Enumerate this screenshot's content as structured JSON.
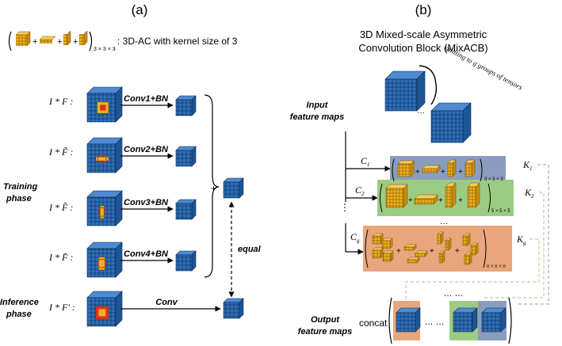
{
  "panel_a": {
    "label": "(a)",
    "legend_caption": ": 3D-AC with kernel size of 3",
    "legend_subscript": "3 × 3 × 3",
    "rows": [
      {
        "formula": "I * F :",
        "op": "Conv1+BN"
      },
      {
        "formula": "I * F̃ :",
        "op": "Conv2+BN"
      },
      {
        "formula": "I * F̂ :",
        "op": "Conv3+BN"
      },
      {
        "formula": "I * F̄ :",
        "op": "Conv4+BN"
      }
    ],
    "training_label": [
      "Training",
      "phase"
    ],
    "inference_label": [
      "Inference",
      "phase"
    ],
    "inference_formula": "I * F' :",
    "inference_op": "Conv",
    "plus_sign": "+",
    "equal_label": "equal"
  },
  "panel_b": {
    "label": "(b)",
    "title": [
      "3D Mixed-scale Asymmetric",
      "Convolution Block (MixACB)"
    ],
    "input_label": [
      "Input",
      "feature maps"
    ],
    "split_label": "splitting to g groups of tensors",
    "output_label": [
      "Output",
      "feature maps"
    ],
    "concat_label": "concat",
    "branches": [
      {
        "c": "C",
        "c_sub": "1",
        "k": "K",
        "k_sub": "1",
        "size": "3 × 3 × 3",
        "color": "#8b9dbf"
      },
      {
        "c": "C",
        "c_sub": "2",
        "k": "K",
        "k_sub": "2",
        "size": "5 × 5 × 5",
        "color": "#9ccc83"
      },
      {
        "c": "C",
        "c_sub": "g",
        "k": "K",
        "k_sub": "g",
        "size": "n × n × n",
        "color": "#e9a67c"
      }
    ],
    "ellipsis_mid": "…",
    "ellipsis_out": "… …",
    "vertical_dots": "⋮"
  },
  "colors": {
    "cube_front": "#2f6fb8",
    "cube_top": "#4d8ad0",
    "cube_side": "#1f5595",
    "kernel": "#f0b21f",
    "kernel_dark": "#c98a10",
    "hot": "#e0302a"
  }
}
